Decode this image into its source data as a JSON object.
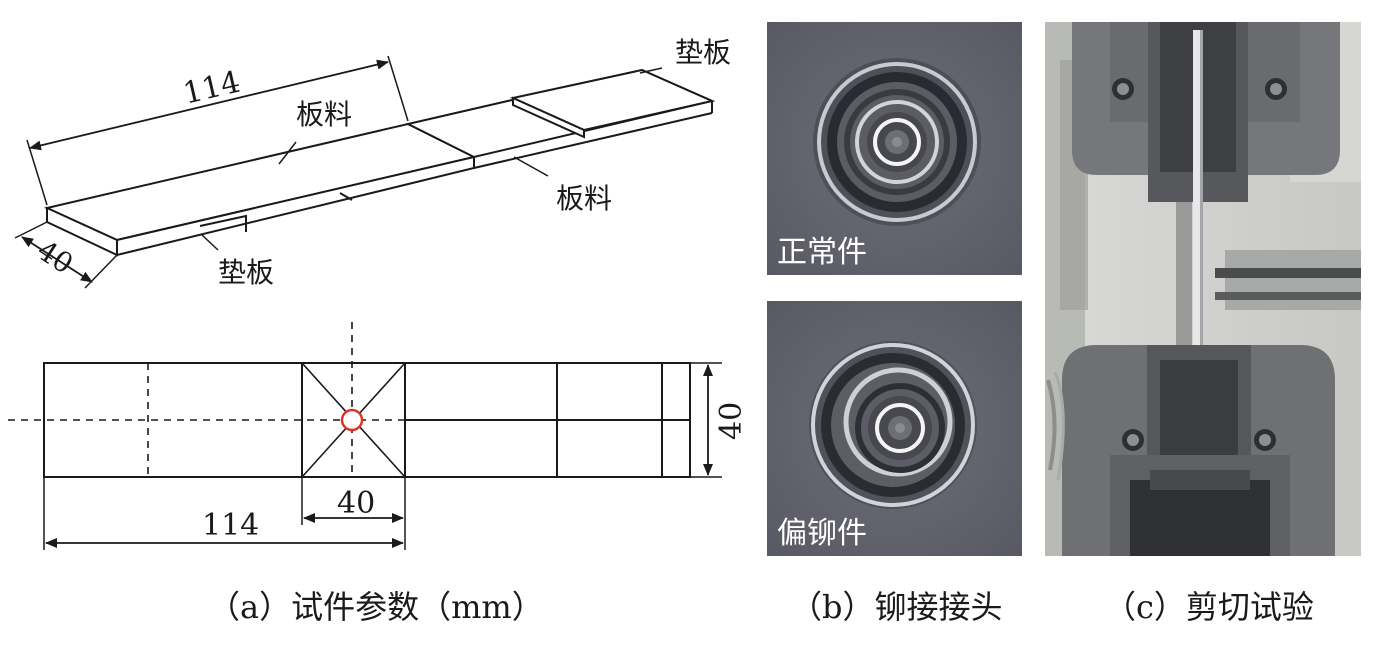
{
  "panel_a": {
    "iso": {
      "dim_length": "114",
      "dim_width": "40",
      "label_sheet_top": "板料",
      "label_sheet_right": "板料",
      "label_pad_right": "垫板",
      "label_pad_bottom": "垫板"
    },
    "plan": {
      "dim_length": "114",
      "dim_overlap": "40",
      "dim_width": "40",
      "rivet_color": "#e0301e"
    },
    "caption": "（a）试件参数（mm）"
  },
  "panel_b": {
    "photo_top_label": "正常件",
    "photo_bottom_label": "偏铆件",
    "caption": "（b）铆接接头"
  },
  "panel_c": {
    "caption": "（c）剪切试验"
  }
}
